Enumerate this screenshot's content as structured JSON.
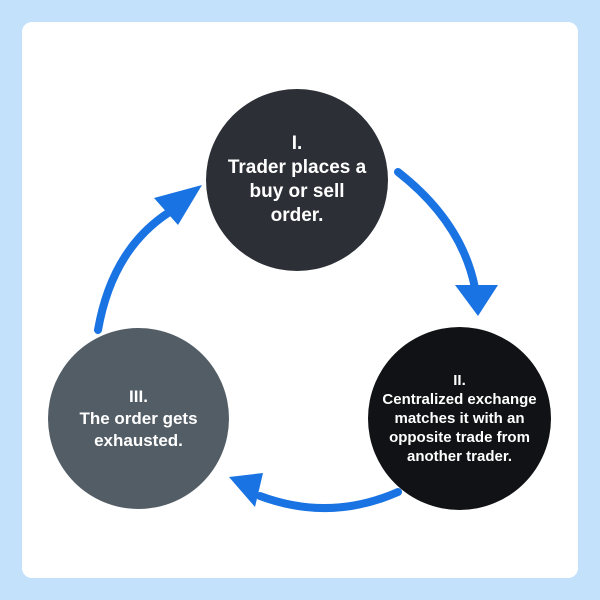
{
  "colors": {
    "background": "#c3e1fb",
    "panel": "#ffffff",
    "arrow": "#1a73e3",
    "step1": "#2c3036",
    "step2": "#111215",
    "step3": "#535d66",
    "text": "#ffffff"
  },
  "steps": [
    {
      "number": "I.",
      "text": "Trader places a buy or sell order."
    },
    {
      "number": "II.",
      "text": "Centralized exchange matches it with an opposite trade from another trader."
    },
    {
      "number": "III.",
      "text": "The order gets exhausted."
    }
  ],
  "connections": [
    {
      "from": "I.",
      "to": "II."
    },
    {
      "from": "II.",
      "to": "III."
    },
    {
      "from": "III.",
      "to": "I."
    }
  ]
}
